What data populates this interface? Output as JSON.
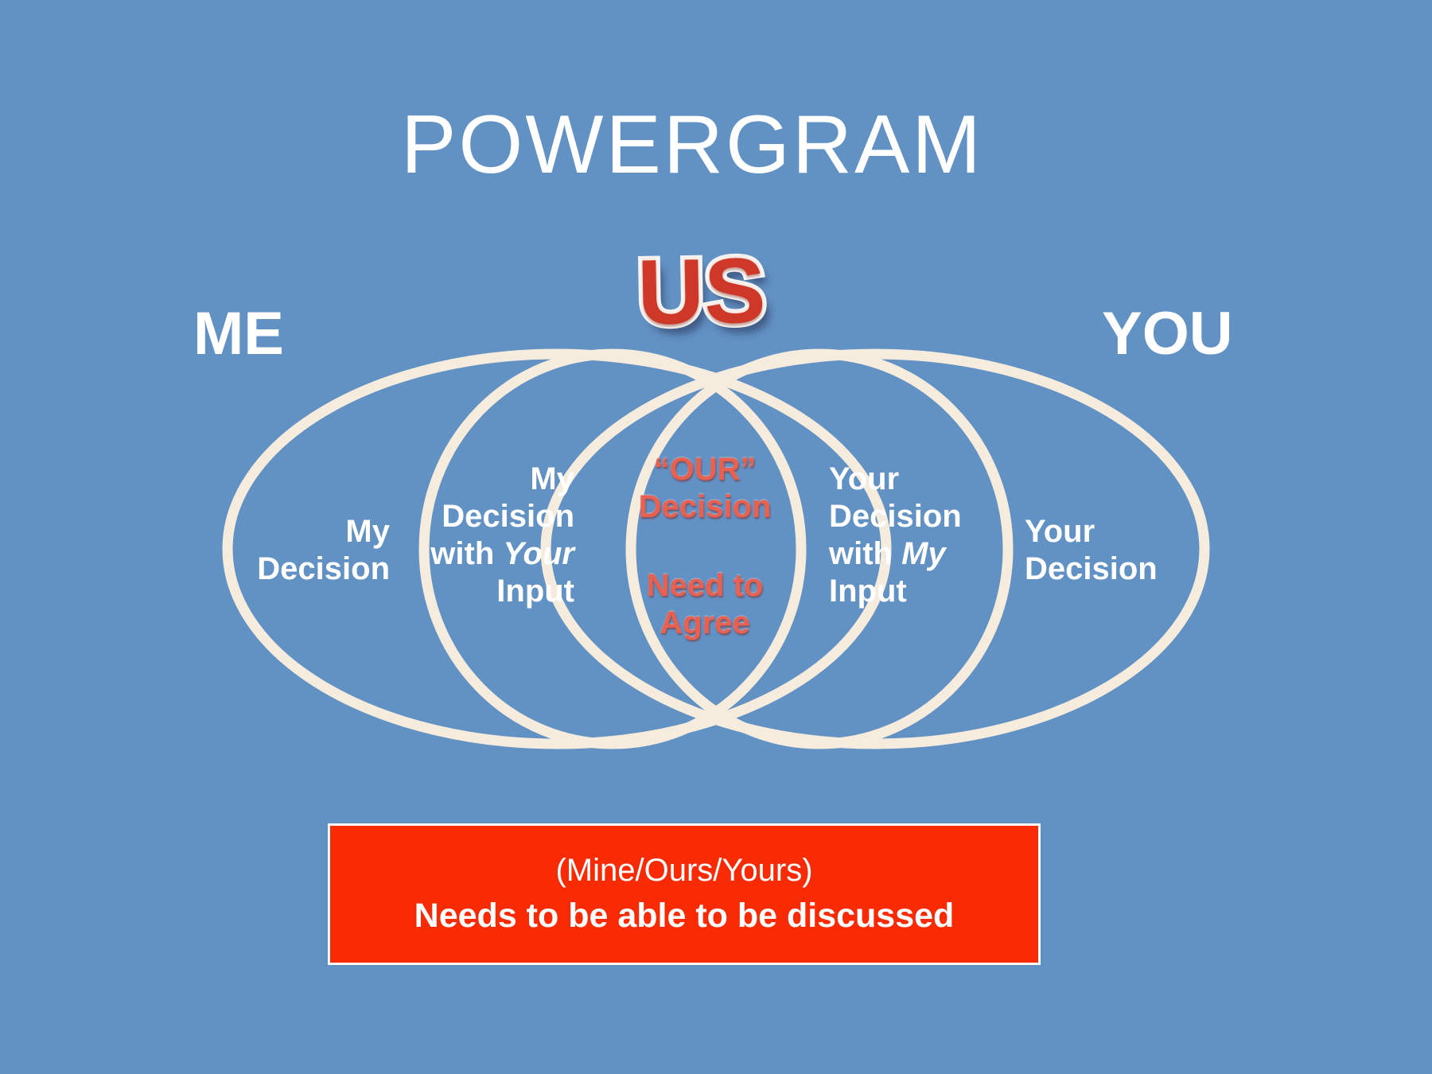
{
  "slide": {
    "title": "POWERGRAM",
    "colors": {
      "background": "#6291c4",
      "ellipse_stroke": "#f6ecdd",
      "text_primary": "#ffffff",
      "us_red": "#ce3829",
      "our_text_red": "#e8604f",
      "callout_background": "#f92b05",
      "callout_border": "#ffffff"
    },
    "labels": {
      "me": "ME",
      "us": "US",
      "you": "YOU"
    },
    "regions": {
      "me_only": {
        "line1": "My",
        "line2": "Decision"
      },
      "me_overlap": {
        "line1": "My",
        "line2": "Decision",
        "line3_prefix": "with ",
        "line3_italic": "Your",
        "line4": "Input"
      },
      "center": {
        "line1": "“OUR”",
        "line2": "Decision",
        "line3": "Need to",
        "line4": "Agree"
      },
      "you_overlap": {
        "line1": "Your",
        "line2": "Decision",
        "line3_prefix": "with ",
        "line3_italic": "My",
        "line4": "Input"
      },
      "you_only": {
        "line1": "Your",
        "line2": "Decision"
      }
    },
    "callout": {
      "line1": "(Mine/Ours/Yours)",
      "line2": "Needs to be able to be discussed"
    }
  }
}
